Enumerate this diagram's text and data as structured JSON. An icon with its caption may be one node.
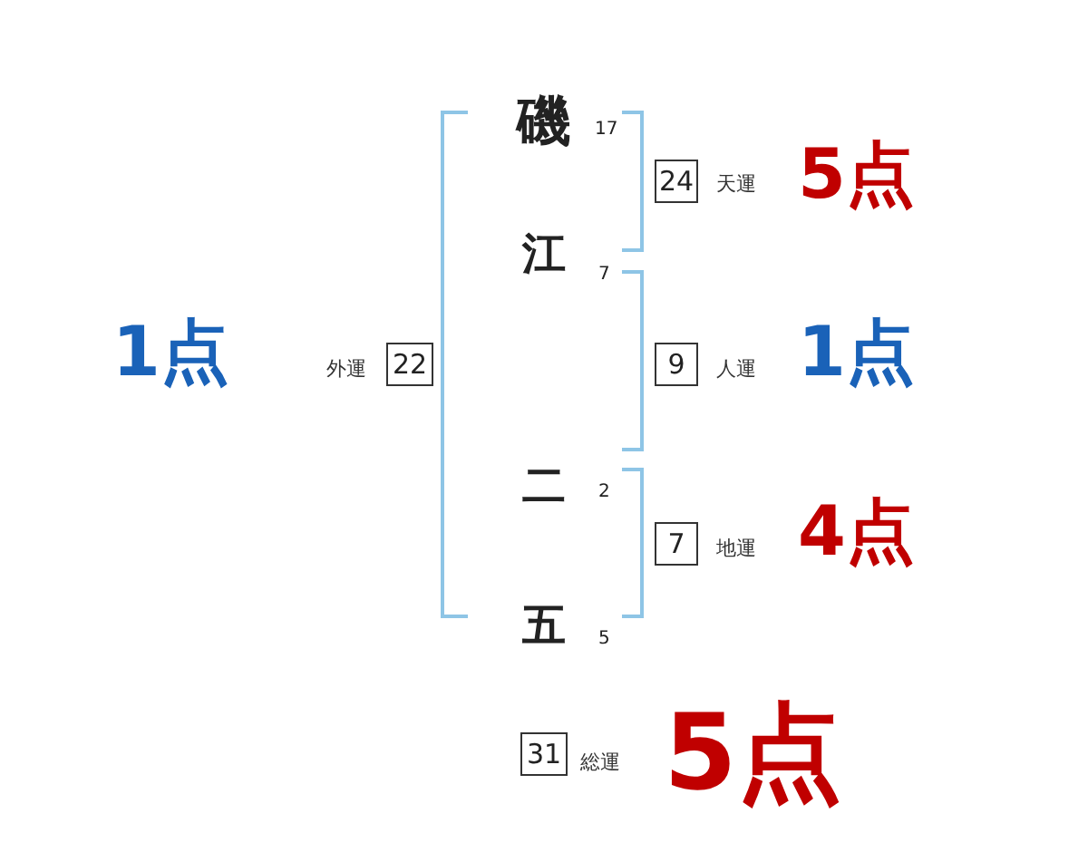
{
  "diagram": {
    "nodes": [
      {
        "text": [
          "24"
        ],
        "beside": [
          "天運",
          "5点"
        ]
      },
      {
        "text": [
          "9"
        ],
        "beside": [
          "人運",
          "1点"
        ]
      },
      {
        "text": [
          "7"
        ],
        "beside": [
          "地運",
          "4点"
        ]
      },
      {
        "text": [
          "22"
        ],
        "beside": [
          "外運",
          "1点"
        ]
      },
      {
        "text": [
          "31"
        ],
        "beside": [
          "総運",
          "5点"
        ]
      }
    ],
    "labels": [
      "磯",
      "17",
      "江",
      "7",
      "二",
      "2",
      "五",
      "5"
    ]
  }
}
